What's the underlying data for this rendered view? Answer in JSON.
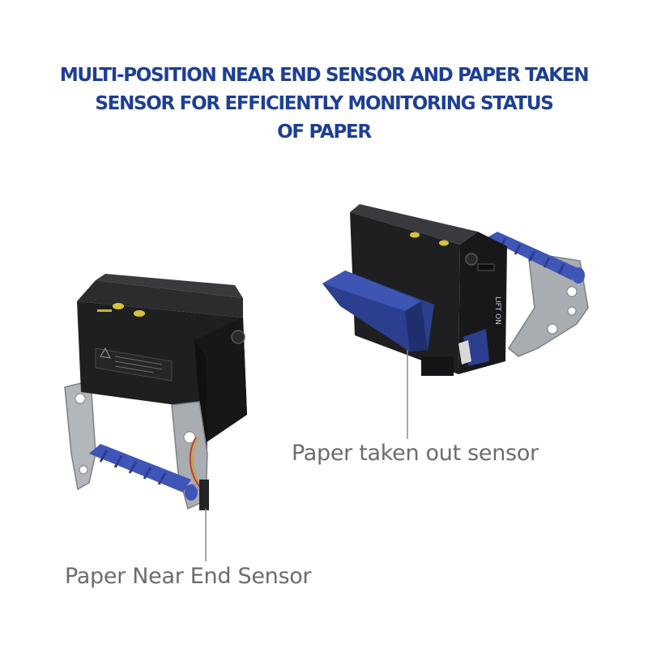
{
  "headline": {
    "line1": "MULTI-POSITION NEAR END SENSOR AND PAPER TAKEN",
    "line2": "SENSOR FOR EFFICIENTLY MONITORING STATUS",
    "line3": "OF PAPER"
  },
  "callouts": {
    "paper_taken": "Paper taken out sensor",
    "near_end": "Paper Near End Sensor"
  },
  "colors": {
    "headline": "#1d3f94",
    "label": "#6c6c6c",
    "printer_body": "#1e1e20",
    "bracket_metal": "#a9acb0",
    "roller_blue": "#3f55b8",
    "paper_chute": "#2b3f8e"
  }
}
